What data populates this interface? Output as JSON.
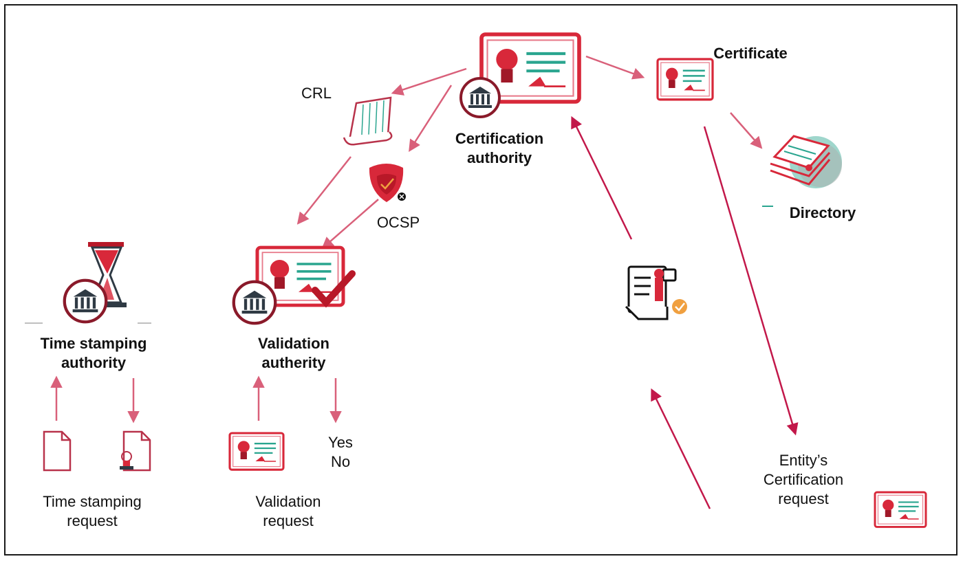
{
  "labels": {
    "certification_authority": "Certification\nauthority",
    "certificate": "Certificate",
    "directory": "Directory",
    "crl": "CRL",
    "ocsp": "OCSP",
    "time_stamping_authority": "Time stamping\nauthority",
    "validation_authority": "Validation\nautherity",
    "time_stamping_request": "Time stamping\nrequest",
    "validation_request": "Validation\nrequest",
    "yes_no": "Yes\nNo",
    "entity_certification_request": "Entity’s\nCertification\nrequest"
  },
  "colors": {
    "accent": "#d8283a",
    "arrow": "#d9607a",
    "arrow_dark": "#c2184a",
    "teal": "#2aa58f",
    "ink": "#111111"
  },
  "icons": {
    "certification_authority": "certificate-with-bank-icon",
    "certificate": "certificate-icon",
    "directory": "directory-icon",
    "crl": "crl-scroll-icon",
    "ocsp": "ocsp-shield-icon",
    "time_stamping_authority": "hourglass-bank-icon",
    "validation_authority": "validated-certificate-bank-icon",
    "time_stamping_request": "document-icon",
    "stamped_document": "stamped-document-icon",
    "validation_request": "certificate-icon",
    "entity_request": "request-form-icon",
    "entity_certificate": "certificate-icon"
  }
}
